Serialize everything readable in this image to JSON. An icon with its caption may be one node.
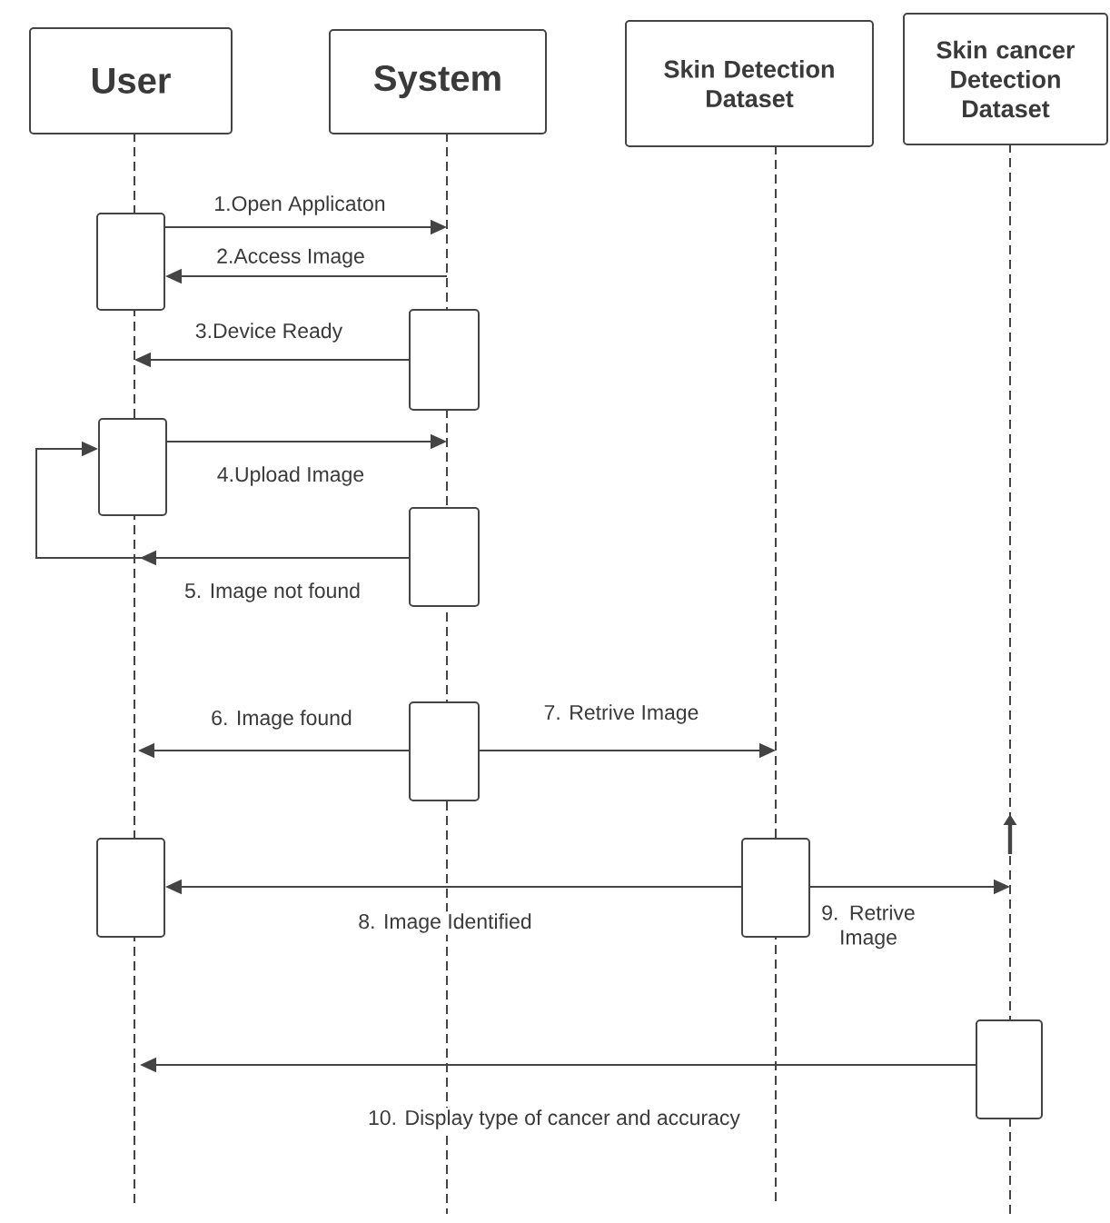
{
  "diagram": {
    "nodes": [
      {
        "text": [
          "User"
        ]
      },
      {
        "text": [
          "System"
        ]
      },
      {
        "text": [
          "Skin Detection Dataset"
        ]
      },
      {
        "text": [
          "Skin cancer Detection Dataset"
        ]
      },
      {
        "text": [],
        "shape": "box"
      },
      {
        "text": [],
        "shape": "box"
      },
      {
        "text": [],
        "shape": "box"
      },
      {
        "text": [],
        "shape": "box"
      },
      {
        "text": [],
        "shape": "box"
      },
      {
        "text": [],
        "shape": "box"
      },
      {
        "text": [],
        "shape": "box"
      },
      {
        "text": [],
        "shape": "box"
      }
    ],
    "edges": [
      {
        "from": 4,
        "to": null,
        "arrow": "to",
        "label": "1.Open Applicaton"
      },
      {
        "from": null,
        "to": 4,
        "arrow": "to",
        "label": "2.Access Image"
      },
      {
        "from": 5,
        "to": null,
        "arrow": "to",
        "label": "3.Device Ready"
      },
      {
        "from": 6,
        "to": null,
        "arrow": "to",
        "label": "4.Upload Image"
      },
      {
        "from": 7,
        "to": 6,
        "arrow": "to",
        "label": "5. Image not  found"
      },
      {
        "from": 8,
        "to": null,
        "arrow": "to",
        "label": "6. Image found"
      },
      {
        "from": 8,
        "to": null,
        "arrow": "to",
        "label": "7. Retrive Image"
      },
      {
        "from": 10,
        "to": 9,
        "arrow": "to",
        "label": "8. Image  Identified"
      },
      {
        "from": 10,
        "to": null,
        "arrow": "to",
        "label": "9. Retrive Image"
      },
      {
        "from": 11,
        "to": null,
        "arrow": "to",
        "label": "10. Display type of  cancer  and accuracy"
      }
    ]
  }
}
